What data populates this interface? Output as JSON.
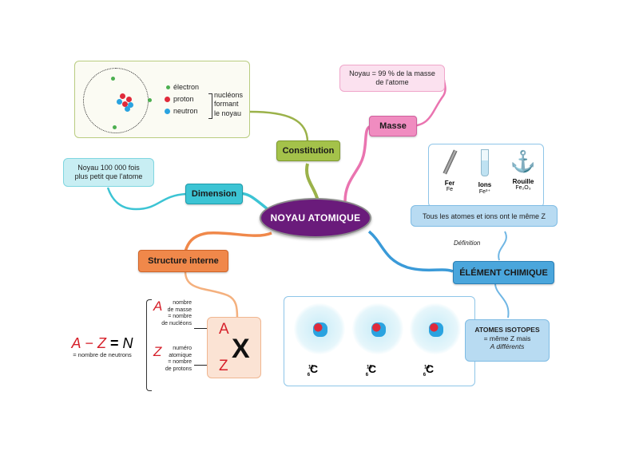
{
  "central": {
    "label": "NOYAU ATOMIQUE",
    "color": "#6a1b7b"
  },
  "branches": {
    "constitution": {
      "label": "Constitution",
      "color": "#a4c24a",
      "legend": {
        "electron": "électron",
        "proton": "proton",
        "neutron": "neutron",
        "nucleons_note": [
          "nucléons",
          "formant",
          "le noyau"
        ]
      }
    },
    "masse": {
      "label": "Masse",
      "color": "#f08cc0",
      "note": [
        "Noyau = 99 % de la masse",
        "de l'atome"
      ]
    },
    "dimension": {
      "label": "Dimension",
      "color": "#3cc4d4",
      "note": [
        "Noyau 100 000 fois",
        "plus petit que l'atome"
      ]
    },
    "structure": {
      "label": "Structure interne",
      "color": "#f0884a",
      "equation": {
        "A": "A",
        "minus": "−",
        "Z": "Z",
        "equals": "=",
        "N": "N",
        "caption": "= nombre de neutrons"
      },
      "A_desc": [
        "nombre",
        "de masse",
        "= nombre",
        "de nucléons"
      ],
      "Z_desc": [
        "numéro",
        "atomique",
        "= nombre",
        "de protons"
      ],
      "symbol": {
        "A": "A",
        "Z": "Z",
        "X": "X"
      }
    },
    "element": {
      "label": "ÉLÉMENT CHIMIQUE",
      "color": "#4aa6dc",
      "definition_label": "Définition",
      "definition": "Tous les atomes et ions ont le même Z",
      "examples": [
        {
          "name": "Fer",
          "formula": "Fe",
          "icon": "screw-icon"
        },
        {
          "name": "Ions",
          "formula": "Fe³⁺",
          "icon": "test-tube-icon"
        },
        {
          "name": "Rouille",
          "formula": "Fe₂O₃",
          "icon": "anchor-icon"
        }
      ],
      "isotopes": {
        "title": "ATOMES ISOTOPES",
        "line1": "= même Z mais",
        "line2": "A différents",
        "atoms": [
          {
            "mass": "12",
            "z": "6",
            "symbol": "C"
          },
          {
            "mass": "13",
            "z": "6",
            "symbol": "C"
          },
          {
            "mass": "14",
            "z": "6",
            "symbol": "C"
          }
        ]
      }
    }
  }
}
